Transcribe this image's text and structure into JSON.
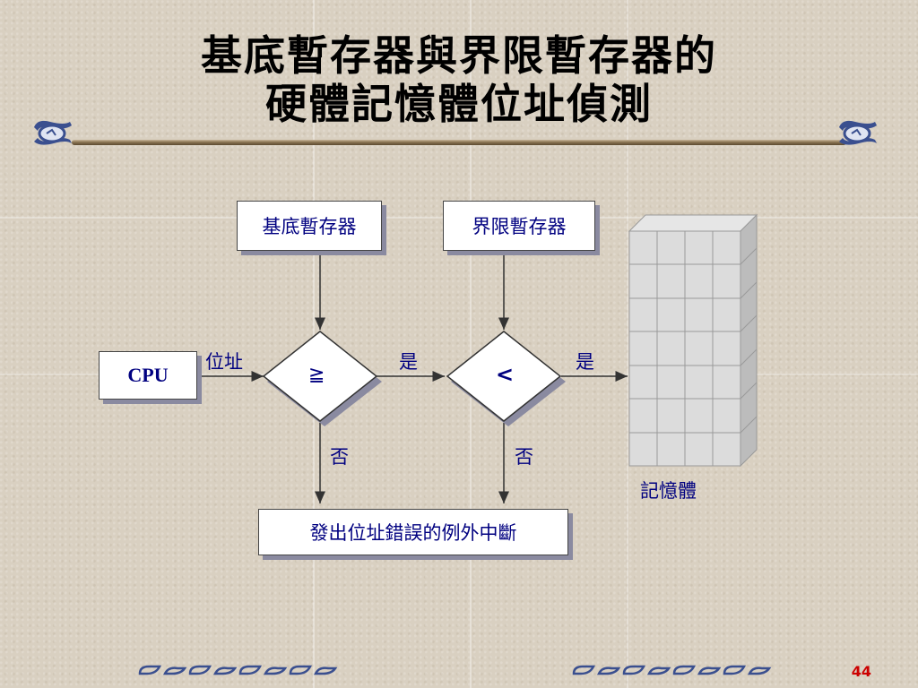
{
  "title": {
    "line1": "基底暫存器與界限暫存器的",
    "line2": "硬體記憶體位址偵測"
  },
  "diagram": {
    "base_register": "基底暫存器",
    "limit_register": "界限暫存器",
    "cpu": "CPU",
    "address_label": "位址",
    "compare_ge": "≧",
    "compare_lt": "<",
    "yes_1": "是",
    "yes_2": "是",
    "no_1": "否",
    "no_2": "否",
    "memory_label": "記憶體",
    "exception": "發出位址錯誤的例外中斷"
  },
  "page_number": "44"
}
